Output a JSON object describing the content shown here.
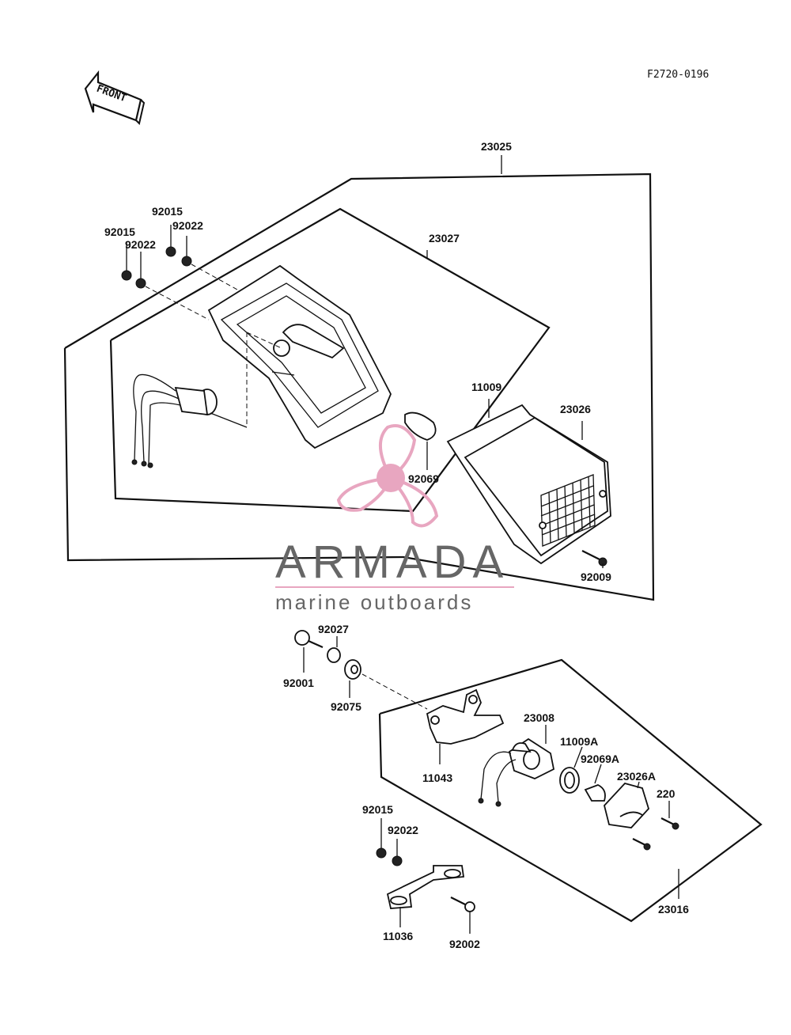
{
  "reference_code": "F2720-0196",
  "front_label": "FRONT",
  "watermark": {
    "brand": "ARMADA",
    "tagline": "marine outboards",
    "accent_color": "#e8a6c0",
    "text_color": "#666666"
  },
  "part_labels": {
    "p23025": "23025",
    "p23027": "23027",
    "p92015_a": "92015",
    "p92022_a": "92022",
    "p92015_b": "92015",
    "p92022_b": "92022",
    "p11009": "11009",
    "p23026": "23026",
    "p92069": "92069",
    "p92009": "92009",
    "p92027": "92027",
    "p92001": "92001",
    "p92075": "92075",
    "p23008": "23008",
    "p11009A": "11009A",
    "p92069A": "92069A",
    "p23026A": "23026A",
    "p220": "220",
    "p11043": "11043",
    "p92015_c": "92015",
    "p92022_c": "92022",
    "p11036": "11036",
    "p92002": "92002",
    "p23016": "23016"
  }
}
